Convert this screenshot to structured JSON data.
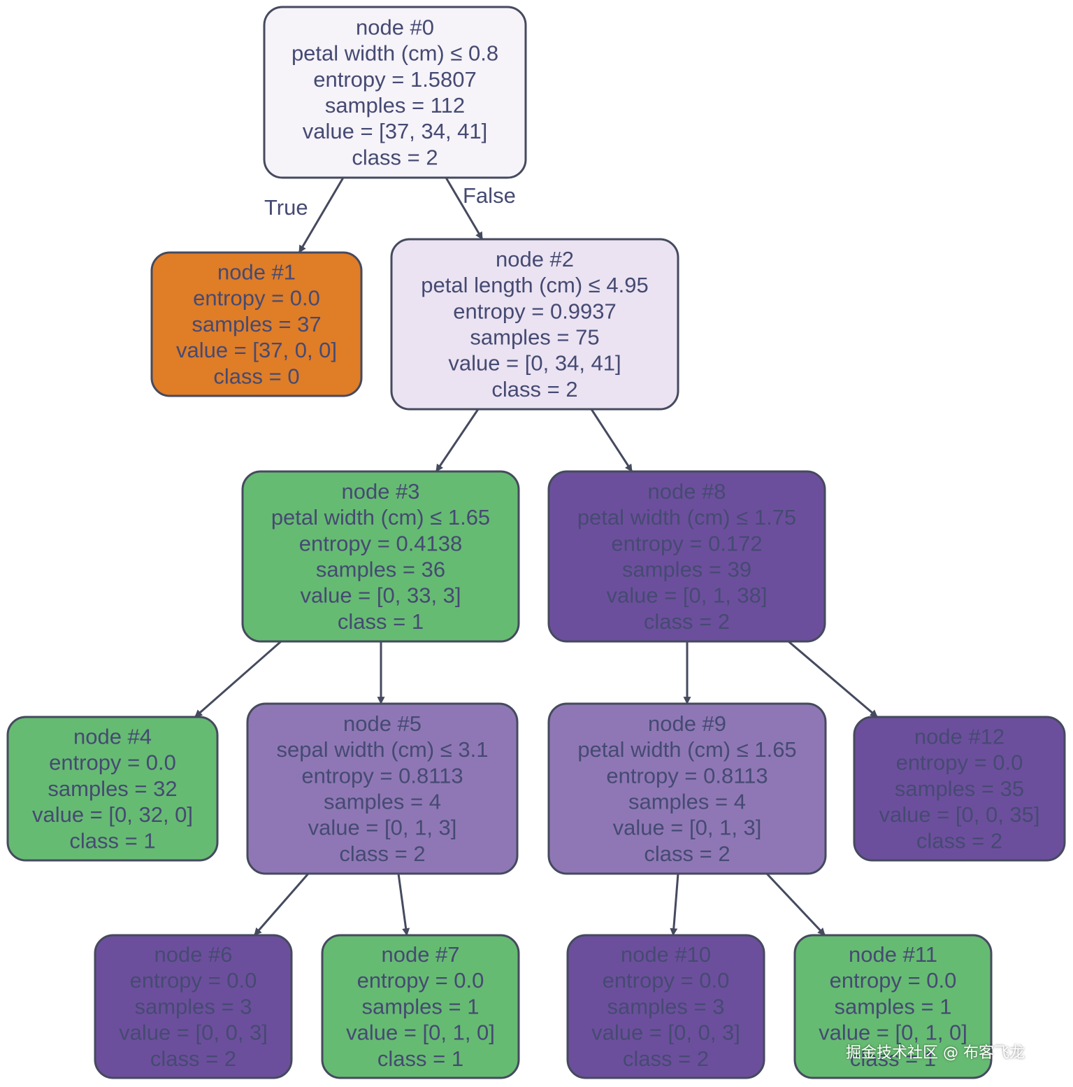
{
  "colors": {
    "orange": "#e07d27",
    "green": "#66bb72",
    "purple_dark": "#6c4f9c",
    "purple_mid": "#8f77b5",
    "purple_pale": "#ebe3f2",
    "white_node": "#f6f3f9",
    "border": "#454a5e",
    "edge": "#454a5e",
    "text": "#454a72"
  },
  "nodes": [
    {
      "id": "node-0",
      "color": "white_node",
      "lines": [
        "node #0",
        "petal width (cm) ≤ 0.8",
        "entropy = 1.5807",
        "samples = 112",
        "value = [37, 34, 41]",
        "class = 2"
      ]
    },
    {
      "id": "node-1",
      "color": "orange",
      "lines": [
        "node #1",
        "entropy = 0.0",
        "samples = 37",
        "value = [37, 0, 0]",
        "class = 0"
      ]
    },
    {
      "id": "node-2",
      "color": "purple_pale",
      "lines": [
        "node #2",
        "petal length (cm) ≤ 4.95",
        "entropy = 0.9937",
        "samples = 75",
        "value = [0, 34, 41]",
        "class = 2"
      ]
    },
    {
      "id": "node-3",
      "color": "green",
      "lines": [
        "node #3",
        "petal width (cm) ≤ 1.65",
        "entropy = 0.4138",
        "samples = 36",
        "value = [0, 33, 3]",
        "class = 1"
      ]
    },
    {
      "id": "node-8",
      "color": "purple_dark",
      "lines": [
        "node #8",
        "petal width (cm) ≤ 1.75",
        "entropy = 0.172",
        "samples = 39",
        "value = [0, 1, 38]",
        "class = 2"
      ]
    },
    {
      "id": "node-4",
      "color": "green",
      "lines": [
        "node #4",
        "entropy = 0.0",
        "samples = 32",
        "value = [0, 32, 0]",
        "class = 1"
      ]
    },
    {
      "id": "node-5",
      "color": "purple_mid",
      "lines": [
        "node #5",
        "sepal width (cm) ≤ 3.1",
        "entropy = 0.8113",
        "samples = 4",
        "value = [0, 1, 3]",
        "class = 2"
      ]
    },
    {
      "id": "node-9",
      "color": "purple_mid",
      "lines": [
        "node #9",
        "petal width (cm) ≤ 1.65",
        "entropy = 0.8113",
        "samples = 4",
        "value = [0, 1, 3]",
        "class = 2"
      ]
    },
    {
      "id": "node-12",
      "color": "purple_dark",
      "lines": [
        "node #12",
        "entropy = 0.0",
        "samples = 35",
        "value = [0, 0, 35]",
        "class = 2"
      ]
    },
    {
      "id": "node-6",
      "color": "purple_dark",
      "lines": [
        "node #6",
        "entropy = 0.0",
        "samples = 3",
        "value = [0, 0, 3]",
        "class = 2"
      ]
    },
    {
      "id": "node-7",
      "color": "green",
      "lines": [
        "node #7",
        "entropy = 0.0",
        "samples = 1",
        "value = [0, 1, 0]",
        "class = 1"
      ]
    },
    {
      "id": "node-10",
      "color": "purple_dark",
      "lines": [
        "node #10",
        "entropy = 0.0",
        "samples = 3",
        "value = [0, 0, 3]",
        "class = 2"
      ]
    },
    {
      "id": "node-11",
      "color": "green",
      "lines": [
        "node #11",
        "entropy = 0.0",
        "samples = 1",
        "value = [0, 1, 0]",
        "class = 1"
      ]
    }
  ],
  "edges": [
    {
      "from": "node-0",
      "to": "node-1",
      "label": "True"
    },
    {
      "from": "node-0",
      "to": "node-2",
      "label": "False"
    },
    {
      "from": "node-2",
      "to": "node-3",
      "label": ""
    },
    {
      "from": "node-2",
      "to": "node-8",
      "label": ""
    },
    {
      "from": "node-3",
      "to": "node-4",
      "label": ""
    },
    {
      "from": "node-3",
      "to": "node-5",
      "label": ""
    },
    {
      "from": "node-8",
      "to": "node-9",
      "label": ""
    },
    {
      "from": "node-8",
      "to": "node-12",
      "label": ""
    },
    {
      "from": "node-5",
      "to": "node-6",
      "label": ""
    },
    {
      "from": "node-5",
      "to": "node-7",
      "label": ""
    },
    {
      "from": "node-9",
      "to": "node-10",
      "label": ""
    },
    {
      "from": "node-9",
      "to": "node-11",
      "label": ""
    }
  ],
  "watermark": "掘金技术社区 @ 布客飞龙"
}
